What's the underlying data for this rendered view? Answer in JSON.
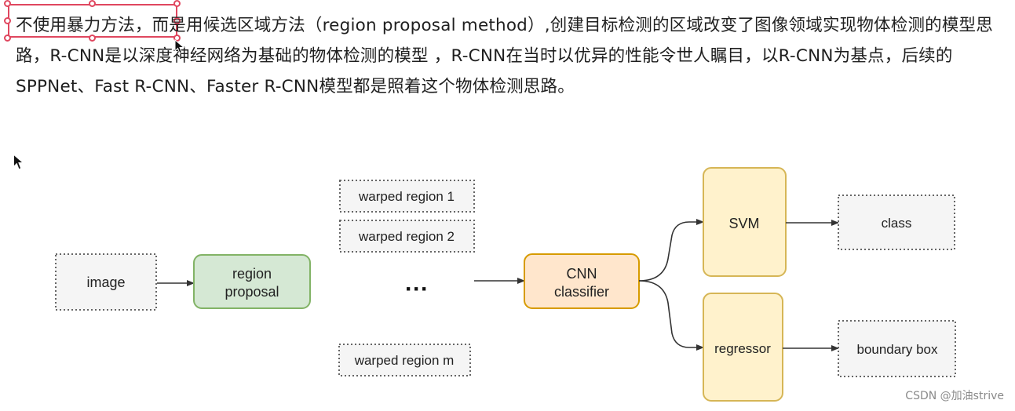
{
  "paragraph": {
    "highlight_text": "不使用暴力方法，",
    "rest_text": "而是用候选区域方法（region proposal method）,创建目标检测的区域改变了图像领域实现物体检测的模型思路，R-CNN是以深度神经网络为基础的物体检测的模型 ，R-CNN在当时以优异的性能令世人瞩目，以R-CNN为基点，后续的SPPNet、Fast R-CNN、Faster R-CNN模型都是照着这个物体检测思路。"
  },
  "diagram": {
    "image": "image",
    "region_proposal_line1": "region",
    "region_proposal_line2": "proposal",
    "warped_region_1": "warped region 1",
    "warped_region_2": "warped region 2",
    "ellipsis": "···",
    "warped_region_m": "warped region m",
    "cnn_line1": "CNN",
    "cnn_line2": "classifier",
    "svm": "SVM",
    "regressor": "regressor",
    "class": "class",
    "boundary_box": "boundary box"
  },
  "colors": {
    "highlight_border": "#e0475f",
    "region_proposal_fill": "#d5e8d4",
    "region_proposal_stroke": "#82b366",
    "cnn_fill": "#ffe6cc",
    "cnn_stroke": "#d79b00",
    "svm_fill": "#fff2cc",
    "svm_stroke": "#d6b656",
    "dashed_fill": "#f5f5f5"
  },
  "watermark": "CSDN @加油strive"
}
